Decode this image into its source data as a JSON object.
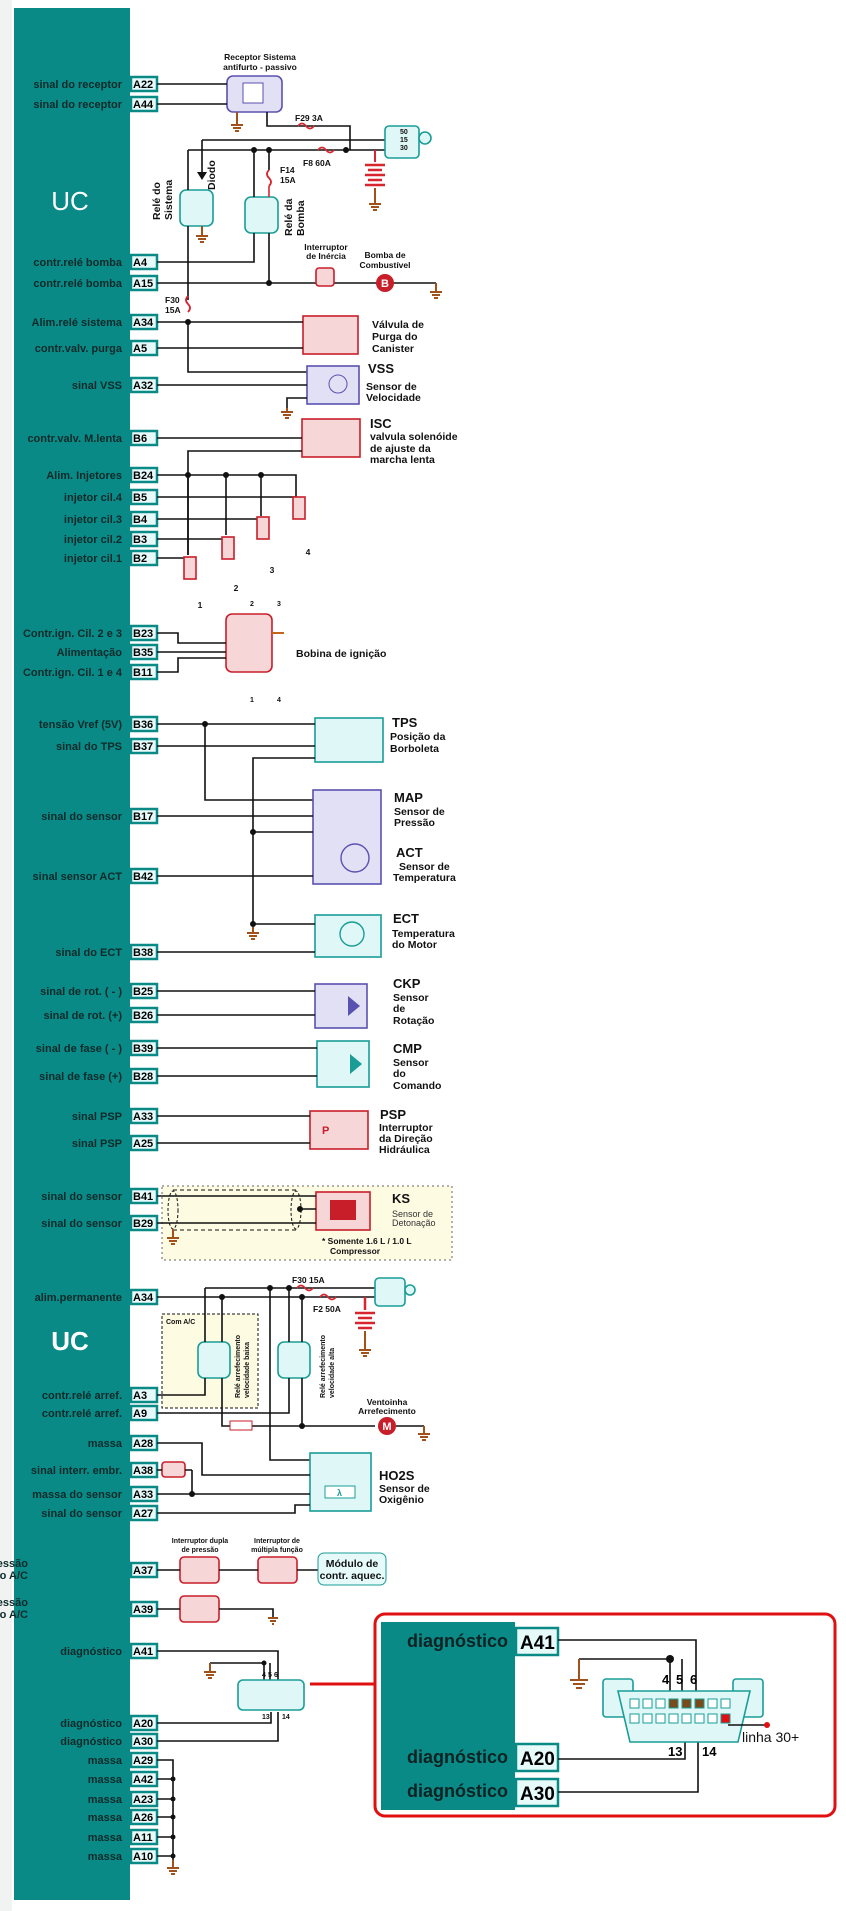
{
  "uc_label_top": "UC",
  "uc_label_bottom": "UC",
  "colors": {
    "uc_teal": "#0a8a86",
    "highlight_red": "#e01010",
    "wire": "#111111"
  },
  "pins": [
    {
      "label": "sinal do receptor",
      "pin": "A22"
    },
    {
      "label": "sinal do receptor",
      "pin": "A44"
    },
    {
      "label": "contr.relé bomba",
      "pin": "A4"
    },
    {
      "label": "contr.relé bomba",
      "pin": "A15"
    },
    {
      "label": "Alim.relé sistema",
      "pin": "A34"
    },
    {
      "label": "contr.valv. purga",
      "pin": "A5"
    },
    {
      "label": "sinal VSS",
      "pin": "A32"
    },
    {
      "label": "contr.valv. M.lenta",
      "pin": "B6"
    },
    {
      "label": "Alim. Injetores",
      "pin": "B24"
    },
    {
      "label": "injetor cil.4",
      "pin": "B5"
    },
    {
      "label": "injetor cil.3",
      "pin": "B4"
    },
    {
      "label": "injetor cil.2",
      "pin": "B3"
    },
    {
      "label": "injetor cil.1",
      "pin": "B2"
    },
    {
      "label": "Contr.ign. Cil. 2 e 3",
      "pin": "B23"
    },
    {
      "label": "Alimentação",
      "pin": "B35"
    },
    {
      "label": "Contr.ign. Cil. 1 e 4",
      "pin": "B11"
    },
    {
      "label": "tensão Vref (5V)",
      "pin": "B36"
    },
    {
      "label": "sinal do TPS",
      "pin": "B37"
    },
    {
      "label": "sinal do sensor",
      "pin": "B17"
    },
    {
      "label": "sinal sensor ACT",
      "pin": "B42"
    },
    {
      "label": "sinal do ECT",
      "pin": "B38"
    },
    {
      "label": "sinal de rot. ( - )",
      "pin": "B25"
    },
    {
      "label": "sinal de rot. (+)",
      "pin": "B26"
    },
    {
      "label": "sinal de fase ( - )",
      "pin": "B39"
    },
    {
      "label": "sinal de fase (+)",
      "pin": "B28"
    },
    {
      "label": "sinal PSP",
      "pin": "A33"
    },
    {
      "label": "sinal PSP",
      "pin": "A25"
    },
    {
      "label": "sinal do sensor",
      "pin": "B41"
    },
    {
      "label": "sinal do sensor",
      "pin": "B29"
    },
    {
      "label": "alim.permanente",
      "pin": "A34"
    },
    {
      "label": "contr.relé arref.",
      "pin": "A3"
    },
    {
      "label": "contr.relé arref.",
      "pin": "A9"
    },
    {
      "label": "massa",
      "pin": "A28"
    },
    {
      "label": "sinal interr. embr.",
      "pin": "A38"
    },
    {
      "label": "massa do sensor",
      "pin": "A33"
    },
    {
      "label": "sinal do sensor",
      "pin": "A27"
    },
    {
      "label": "Interr.de Pressão",
      "label2": "duplo do A/C",
      "pin": "A37"
    },
    {
      "label": "Interr.de Pressão",
      "label2": "duplo do A/C",
      "pin": "A39"
    },
    {
      "label": "diagnóstico",
      "pin": "A41"
    },
    {
      "label": "diagnóstico",
      "pin": "A20"
    },
    {
      "label": "diagnóstico",
      "pin": "A30"
    },
    {
      "label": "massa",
      "pin": "A29"
    },
    {
      "label": "massa",
      "pin": "A42"
    },
    {
      "label": "massa",
      "pin": "A23"
    },
    {
      "label": "massa",
      "pin": "A26"
    },
    {
      "label": "massa",
      "pin": "A11"
    },
    {
      "label": "massa",
      "pin": "A10"
    }
  ],
  "components": {
    "receptor": {
      "line1": "Receptor Sistema",
      "line2": "antifurto - passivo"
    },
    "fuse_f29": "F29 3A",
    "fuse_f8": "F8 60A",
    "fuse_f14_1": "F14",
    "fuse_f14_2": "15A",
    "fuse_f30_1": "F30",
    "fuse_f30_2": "15A",
    "diodo": "Diodo",
    "rele_sistema": {
      "line1": "Relé do",
      "line2": "Sistema"
    },
    "rele_bomba": {
      "line1": "Relé da",
      "line2": "Bomba"
    },
    "interruptor_inercia": {
      "line1": "Interruptor",
      "line2": "de Inércia"
    },
    "bomba": {
      "line1": "Bomba de",
      "line2": "Combustível",
      "symbol": "B"
    },
    "ignition_key_terminals": [
      "50",
      "15",
      "30"
    ],
    "canister": {
      "line1": "Válvula de",
      "line2": "Purga do",
      "line3": "Canister"
    },
    "vss": {
      "title": "VSS",
      "line1": "Sensor  de",
      "line2": "Velocidade"
    },
    "isc": {
      "title": "ISC",
      "line1": "valvula solenóide",
      "line2": "de ajuste da",
      "line3": "marcha lenta"
    },
    "injector_numbers": [
      "1",
      "2",
      "3",
      "4"
    ],
    "bobina": {
      "title": "Bobina de ignição",
      "terminals": [
        "2",
        "3",
        "1",
        "4"
      ]
    },
    "tps": {
      "title": "TPS",
      "line1": "Posição da",
      "line2": "Borboleta"
    },
    "map": {
      "title": "MAP",
      "line1": "Sensor de",
      "line2": "Pressão"
    },
    "act": {
      "title": "ACT",
      "line1": "Sensor de",
      "line2": "Temperatura"
    },
    "ect": {
      "title": "ECT",
      "line1": "Temperatura",
      "line2": "do Motor"
    },
    "ckp": {
      "title": "CKP",
      "line1": "Sensor",
      "line2": "de",
      "line3": "Rotação"
    },
    "cmp": {
      "title": "CMP",
      "line1": "Sensor",
      "line2": "do",
      "line3": "Comando"
    },
    "psp": {
      "title": "PSP",
      "line1": "Interruptor",
      "line2": "da Direção",
      "line3": "Hidráulica",
      "symbol": "P"
    },
    "ks": {
      "title": "KS",
      "line1": "Sensor de",
      "line2": "Detonação",
      "note1": "* Somente 1.6 L / 1.0 L",
      "note2": "Compressor"
    },
    "fuse_f30b": "F30 15A",
    "fuse_f2": "F2 50A",
    "com_ac": "Com A/C",
    "rele_baixa": {
      "line1": "Relé arrefecimento",
      "line2": "velocidade baixa"
    },
    "rele_alta": {
      "line1": "Relé arrefecimento",
      "line2": "velocidade alta"
    },
    "ventoinha": {
      "line1": "Ventoinha",
      "line2": "Arrefecimento",
      "symbol": "M"
    },
    "ho2s": {
      "title": "HO2S",
      "line1": "Sensor de",
      "line2": "Oxigênio",
      "symbol": "λ"
    },
    "interr_dupla": {
      "line1": "Interruptor dupla",
      "line2": "de pressão"
    },
    "interr_multipla": {
      "line1": "Interruptor de",
      "line2": "múltipla função"
    },
    "modulo": {
      "line1": "Módulo de",
      "line2": "contr. aquec."
    },
    "obd_pins": [
      "4",
      "5",
      "6",
      "13",
      "14"
    ]
  },
  "diag_inset": {
    "rows": [
      {
        "label": "diagnóstico",
        "pin": "A41"
      },
      {
        "label": "diagnóstico",
        "pin": "A20"
      },
      {
        "label": "diagnóstico",
        "pin": "A30"
      }
    ],
    "pins": [
      "4",
      "5",
      "6",
      "13",
      "14"
    ],
    "line30": "linha 30+"
  }
}
